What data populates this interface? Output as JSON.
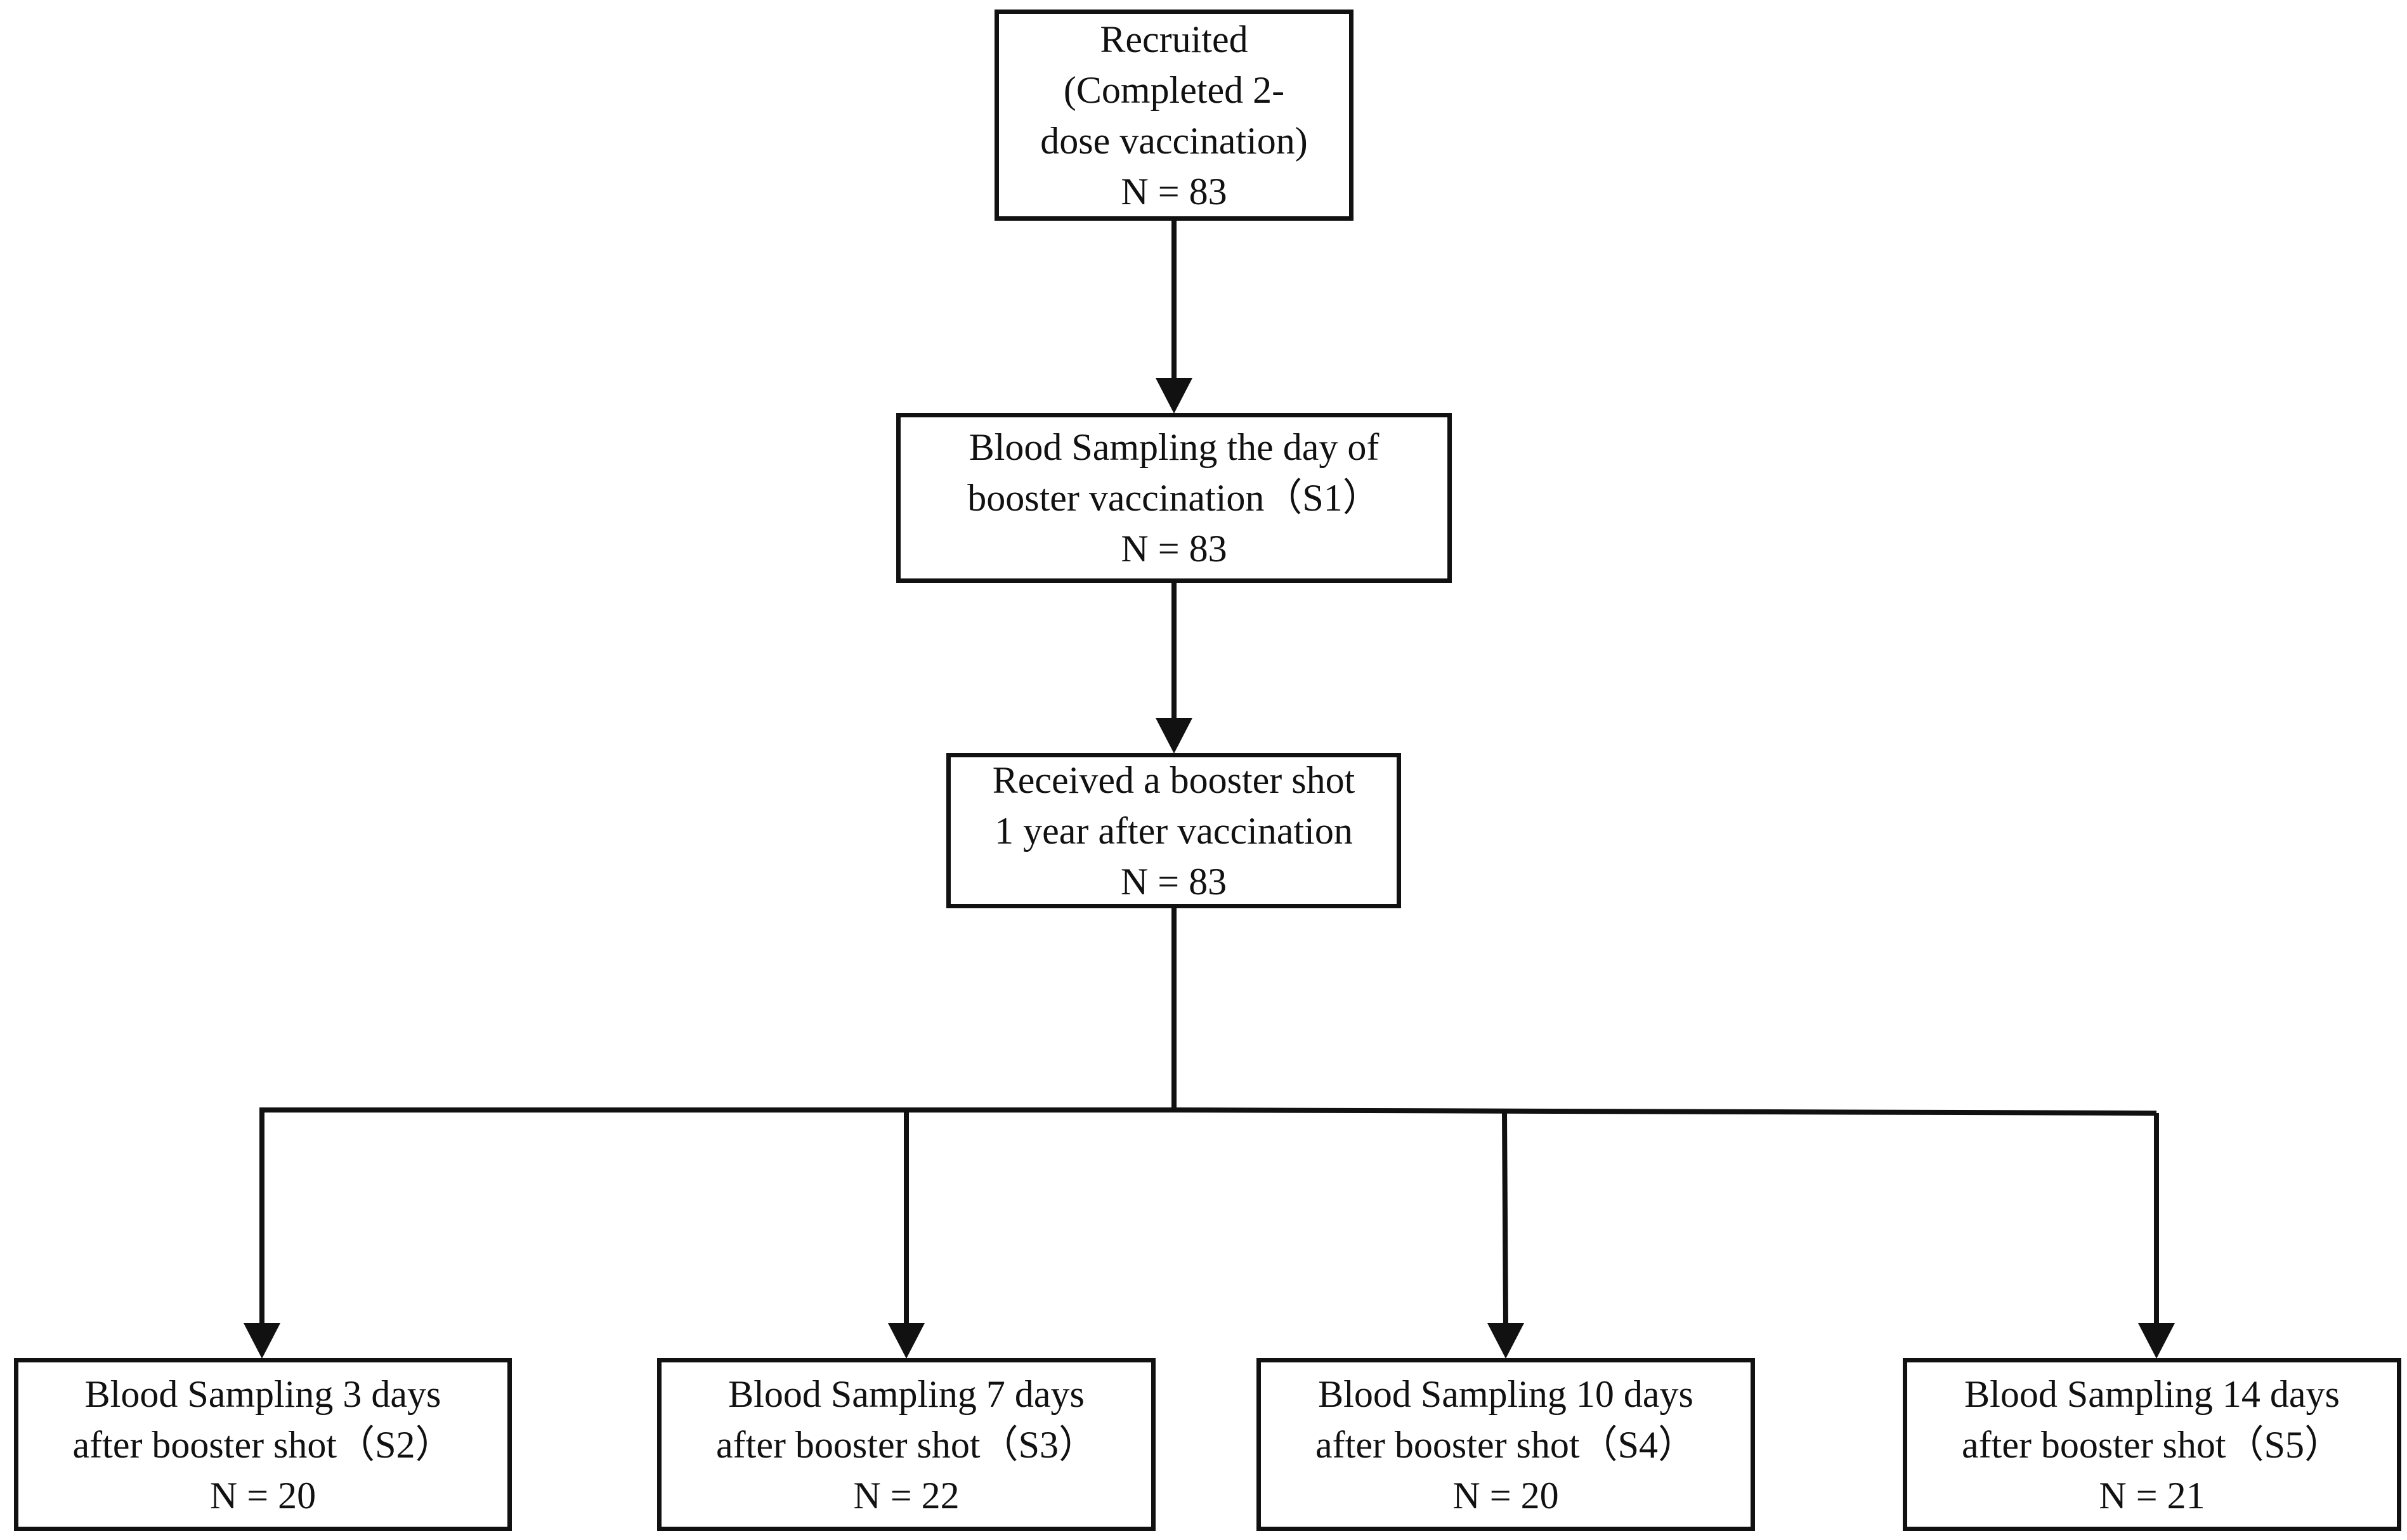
{
  "diagram": {
    "type": "flowchart",
    "nodes": {
      "recruited": {
        "line1": "Recruited",
        "line2": "(Completed 2-",
        "line3": "dose vaccination)",
        "count": "N = 83"
      },
      "s1": {
        "line1": "Blood Sampling the day of",
        "line2": "booster vaccination（S1）",
        "count": "N = 83"
      },
      "booster": {
        "line1": "Received a booster shot",
        "line2": "1 year after vaccination",
        "count": "N = 83"
      },
      "s2": {
        "line1": "Blood Sampling 3 days",
        "line2": "after booster shot（S2）",
        "count": "N = 20"
      },
      "s3": {
        "line1": "Blood Sampling 7 days",
        "line2": "after booster shot（S3）",
        "count": "N = 22"
      },
      "s4": {
        "line1": "Blood Sampling 10 days",
        "line2": "after booster shot（S4）",
        "count": "N = 20"
      },
      "s5": {
        "line1": "Blood Sampling 14 days",
        "line2": "after booster shot（S5）",
        "count": "N = 21"
      }
    },
    "edges": [
      [
        "recruited",
        "s1"
      ],
      [
        "s1",
        "booster"
      ],
      [
        "booster",
        "s2"
      ],
      [
        "booster",
        "s3"
      ],
      [
        "booster",
        "s4"
      ],
      [
        "booster",
        "s5"
      ]
    ],
    "colors": {
      "line": "#111111",
      "box_fill": "#ffffff",
      "text": "#111111"
    }
  }
}
